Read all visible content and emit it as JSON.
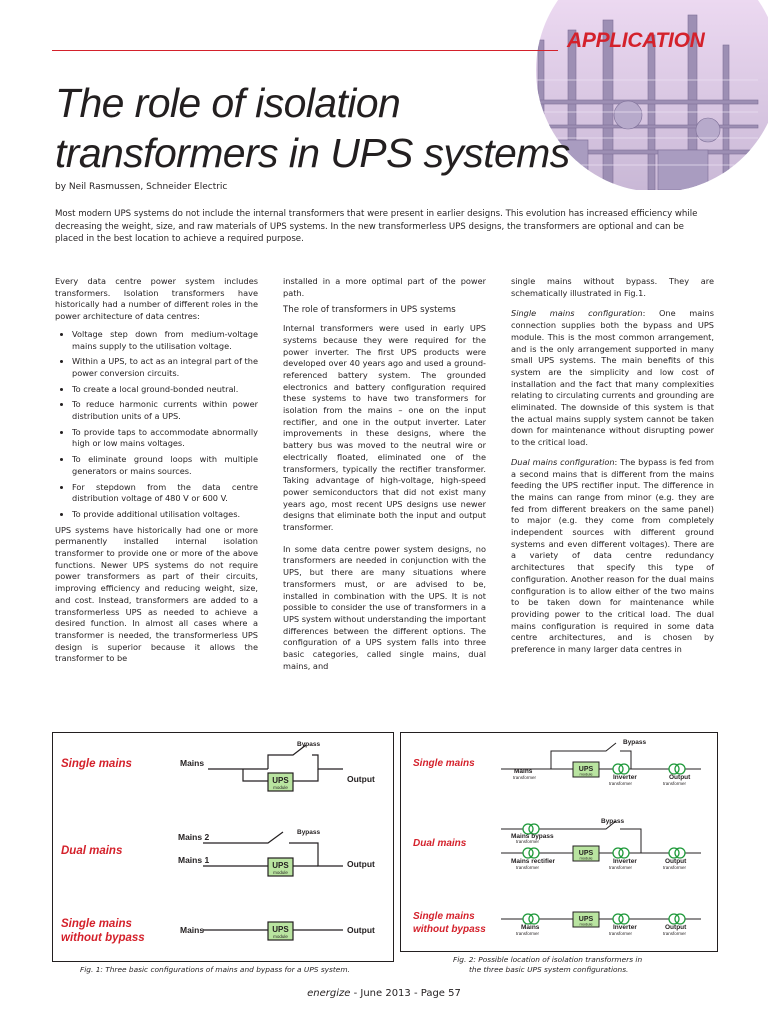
{
  "header": {
    "section": "APPLICATION",
    "title_line1": "The role of isolation",
    "title_line2": "transformers in UPS systems",
    "byline": "by Neil Rasmussen, Schneider Electric",
    "intro": "Most modern UPS systems do not include the internal transformers that were present in earlier designs. This evolution has increased efficiency while decreasing the weight, size, and raw materials of UPS systems. In the new transformerless UPS designs, the transformers are optional and can be placed in the best location to achieve a required purpose."
  },
  "col1": {
    "p1": "Every data centre power system includes transformers. Isolation transformers have historically had a number of different roles in the power architecture of data centres:",
    "bullets": [
      "Voltage step down from medium-voltage mains supply to the utilisation voltage.",
      "Within a UPS, to act as an integral part of the power conversion circuits.",
      "To create a local ground-bonded neutral.",
      "To reduce harmonic currents within power distribution units of a UPS.",
      "To provide taps to accommodate abnormally high or low mains voltages.",
      "To eliminate ground loops with multiple generators or mains sources.",
      "For stepdown from the data centre distribution voltage of 480 V or 600 V.",
      "To provide additional utilisation voltages."
    ],
    "p2": "UPS systems have historically had one or more permanently installed internal isolation transformer to provide one or more of the above functions. Newer UPS systems do not require power transformers as part of their circuits, improving efficiency and reducing weight, size, and cost. Instead, transformers are added to a transformerless UPS as needed to achieve a desired function. In almost all cases where a transformer is needed, the transformerless UPS design is superior because it allows the transformer to be"
  },
  "col2": {
    "p0": "installed in a more optimal part of the power path.",
    "heading": "The role of transformers in UPS systems",
    "p1": "Internal transformers were used in early UPS systems because they were required for the power inverter. The first UPS products were developed over 40 years ago and used a ground-referenced battery system. The grounded electronics and battery configuration required these systems to have two transformers for isolation from the mains – one on the input rectifier, and one in the output inverter. Later improvements in these designs, where the battery bus was moved to the neutral wire or electrically floated, eliminated one of the transformers, typically the rectifier transformer. Taking advantage of high-voltage, high-speed power semiconductors that did not exist many years ago, most recent UPS designs use newer designs that eliminate both the input and output transformer.",
    "p2": "In some data centre power system designs, no transformers are needed in conjunction with the UPS, but there are many situations where transformers must, or are advised to be, installed in combination with the UPS. It is not possible to consider the use of transformers in a UPS system without understanding the important differences between the different options. The configuration of a UPS system falls into three basic categories, called single mains, dual mains, and"
  },
  "col3": {
    "p0": "single mains without bypass. They are schematically illustrated in Fig.1.",
    "p1_lead": "Single mains configuration",
    "p1": ": One mains connection supplies both the bypass and UPS module. This is the most common arrangement, and is the only arrangement supported in many small UPS systems. The main benefits of this system are the simplicity and low cost of installation and the fact that many complexities relating to circulating currents and grounding are eliminated. The downside of this system is that the actual mains supply system cannot be taken down for maintenance without disrupting power to the critical load.",
    "p2_lead": "Dual mains configuration",
    "p2": ": The bypass is fed from a second mains that is different from the mains feeding the UPS rectifier input. The difference in the mains can range from minor (e.g. they are fed from different breakers on the same panel) to major (e.g. they come from completely independent sources with different ground systems and even different voltages). There are a variety of data centre redundancy architectures that specify this type of configuration. Another reason for the dual mains configuration is to allow either of the two mains to be taken down for maintenance while providing power to the critical load. The dual mains configuration is required in some data centre architectures, and is chosen by preference in many larger data centres in"
  },
  "fig1": {
    "single": "Single mains",
    "dual": "Dual mains",
    "nobypass1": "Single mains",
    "nobypass2": "without bypass",
    "mains": "Mains",
    "mains1": "Mains 1",
    "mains2": "Mains 2",
    "bypass": "Bypass",
    "output": "Output",
    "ups": "UPS",
    "module": "module",
    "caption": "Fig. 1: Three basic configurations of mains and bypass for a UPS system."
  },
  "fig2": {
    "single": "Single mains",
    "dual": "Dual mains",
    "nobypass1": "Single mains",
    "nobypass2": "without bypass",
    "mains": "Mains",
    "mains_bypass": "Mains bypass",
    "mains_rectifier": "Mains rectifier",
    "inverter": "Inverter",
    "output": "Output",
    "transformer": "transformer",
    "bypass": "Bypass",
    "ups": "UPS",
    "module": "module",
    "caption_line1": "Fig. 2: Possible location of isolation transformers in",
    "caption_line2": "the three basic UPS system configurations."
  },
  "footer": {
    "brand": "energize",
    "rest": " - June 2013 - Page 57"
  },
  "colors": {
    "accent_red": "#d4212b",
    "module_green": "#b9e4a0",
    "coil_green": "#1f9a3a"
  }
}
